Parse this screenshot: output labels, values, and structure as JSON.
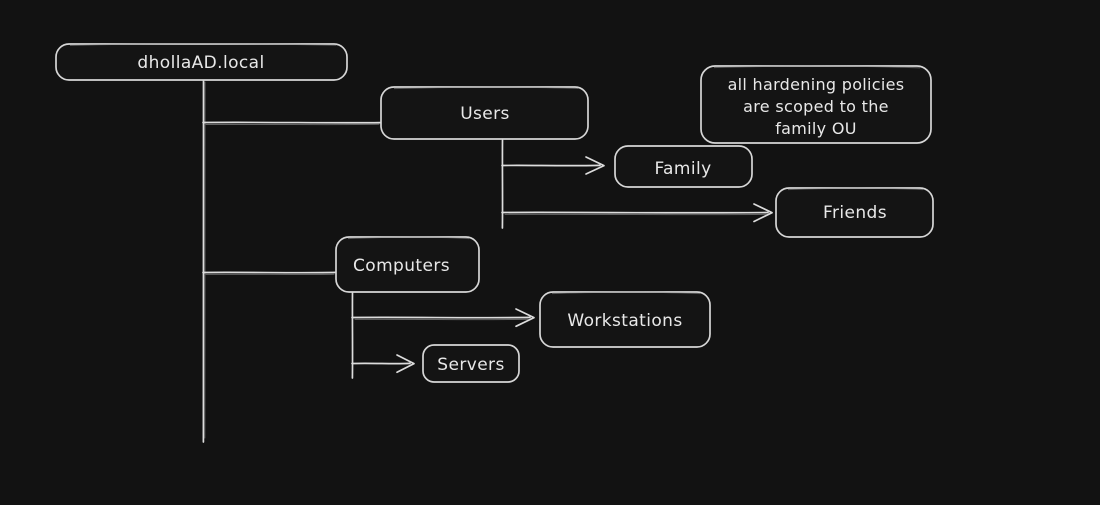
{
  "diagram": {
    "type": "active-directory-ou-tree",
    "background_color": "#121212",
    "stroke_color": "#dcdcdc",
    "text_color": "#e8e8e8",
    "root": {
      "label": "dhollaAD.local"
    },
    "branches": [
      {
        "label": "Users",
        "children": [
          {
            "label": "Family"
          },
          {
            "label": "Friends"
          }
        ]
      },
      {
        "label": "Computers",
        "children": [
          {
            "label": "Workstations"
          },
          {
            "label": "Servers"
          }
        ]
      }
    ],
    "note": {
      "lines": [
        "all hardening policies",
        "are scoped to the",
        "family OU"
      ]
    }
  }
}
